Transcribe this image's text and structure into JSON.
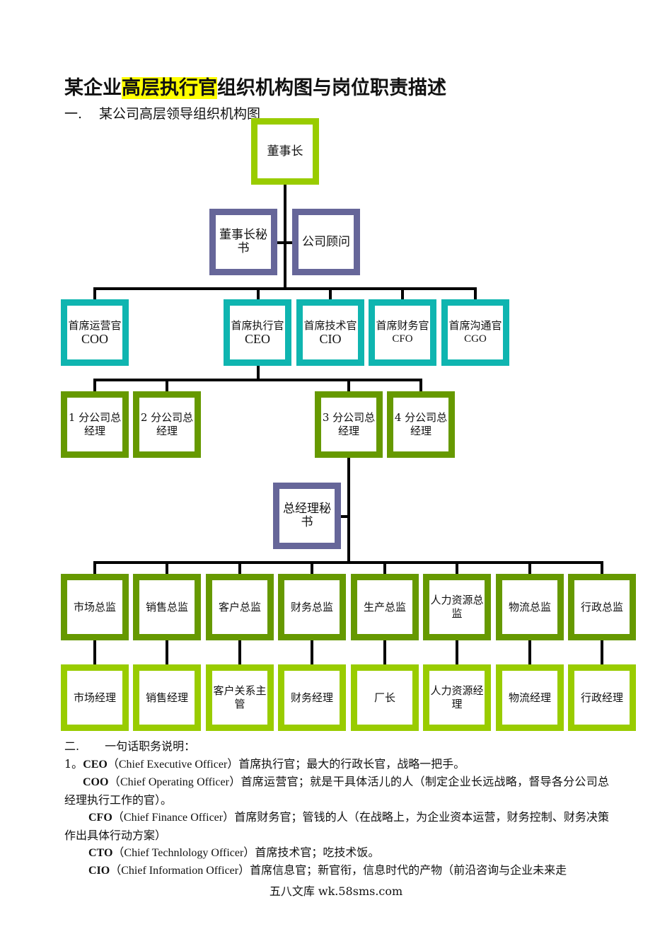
{
  "title": {
    "pre": "某企业",
    "highlight": "高层执行官",
    "post": "组织机构图与岗位职责描述"
  },
  "section1": {
    "num": "一.",
    "text": "某公司高层领导组织机构图"
  },
  "chart": {
    "chairman": "董事长",
    "chairman_secretary": "董事长秘书",
    "advisor": "公司顾问",
    "chiefs": [
      {
        "cn": "首席运营官",
        "en": "COO"
      },
      {
        "cn": "首席执行官",
        "en": "CEO"
      },
      {
        "cn": "首席技术官",
        "en": "CIO"
      },
      {
        "cn": "首席财务官",
        "en": "CFO"
      },
      {
        "cn": "首席沟通官",
        "en": "CGO"
      }
    ],
    "branches": [
      "1 分公司总经理",
      "2 分公司总经理",
      "3 分公司总经理",
      "4 分公司总经理"
    ],
    "gm_secretary": "总经理秘书",
    "directors": [
      "市场总监",
      "销售总监",
      "客户总监",
      "财务总监",
      "生产总监",
      "人力资源总监",
      "物流总监",
      "行政总监"
    ],
    "managers": [
      "市场经理",
      "销售经理",
      "客户关系主管",
      "财务经理",
      "厂长",
      "人力资源经理",
      "物流经理",
      "行政经理"
    ]
  },
  "section2": {
    "num": "二.",
    "text": "一句话职务说明："
  },
  "duties": [
    {
      "prefix": "1。",
      "code": "CEO",
      "en": "（Chief Executive Officer）",
      "desc": "首席执行官；最大的行政长官，战略一把手。"
    },
    {
      "prefix": "",
      "code": "COO",
      "en": "（Chief Operating Officer）",
      "desc": "首席运营官；就是干具体活儿的人（制定企业长远战略，督导各分公司总经理执行工作的官）。"
    },
    {
      "prefix": "",
      "code": "CFO",
      "en": "（Chief Finance Officer）",
      "desc": "首席财务官；管钱的人（在战略上，为企业资本运营，财务控制、财务决策作出具体行动方案）"
    },
    {
      "prefix": "",
      "code": "CTO",
      "en": "（Chief Technlology Officer）",
      "desc": "首席技术官；吃技术饭。"
    },
    {
      "prefix": "",
      "code": "CIO",
      "en": "（Chief Information Officer）",
      "desc": "首席信息官；新官衔，信息时代的产物（前沿咨询与企业未来走"
    }
  ],
  "footer": "五八文库 wk.58sms.com"
}
